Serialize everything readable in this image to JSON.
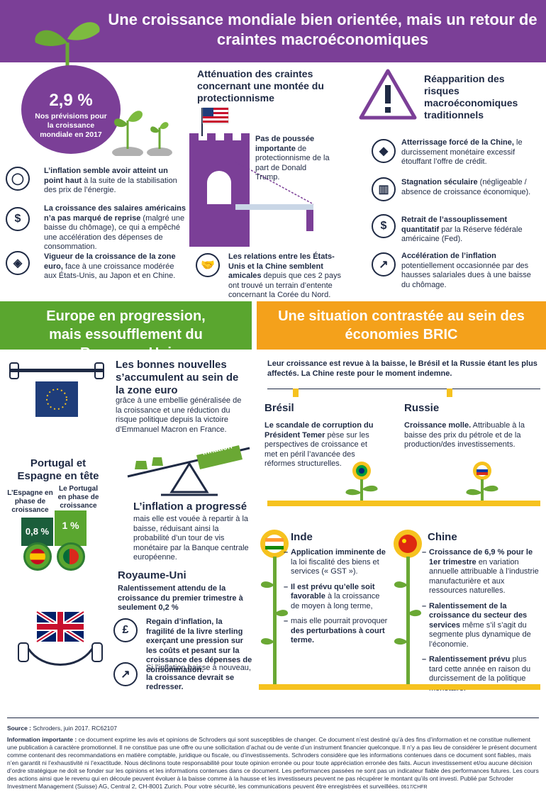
{
  "header": {
    "title": "Une croissance mondiale bien orientée, mais un retour de craintes macroéconomiques"
  },
  "globe": {
    "value": "2,9 %",
    "caption": "Nos prévisions pour la croissance mondiale en 2017"
  },
  "left_points": [
    {
      "bold": "L’inflation semble avoir atteint un point haut",
      "rest": " à la suite de la stabilisation des prix de l’énergie."
    },
    {
      "bold": "La croissance des salaires américains n’a pas marqué de reprise",
      "rest": " (malgré une baisse du chômage), ce qui a empêché une accélération des dépenses de consommation."
    },
    {
      "bold": "Vigueur de la croissance de la zone euro,",
      "rest": " face à une croissance modérée aux États-Unis, au Japon et en Chine."
    }
  ],
  "middle": {
    "title": "Atténuation des craintes concernant une montée du protectionnisme",
    "tower_bold": "Pas de poussée importante",
    "tower_rest": " de protectionnisme de la part de Donald Trump.",
    "relations_bold": "Les relations entre les États-Unis et la Chine semblent amicales",
    "relations_rest": " depuis que ces 2 pays ont trouvé un terrain d’entente concernant la Corée du Nord."
  },
  "right": {
    "title": "Réapparition des risques macroéconomiques traditionnels",
    "items": [
      {
        "bold": "Atterrissage forcé de la Chine,",
        "rest": " le durcissement monétaire excessif étouffant l’offre de crédit."
      },
      {
        "bold": "Stagnation séculaire",
        "rest": " (négligeable / absence de croissance économique)."
      },
      {
        "bold": "Retrait de l’assouplissement quantitatif",
        "rest": " par la Réserve fédérale américaine (Fed)."
      },
      {
        "bold": "Accélération de l’inflation",
        "rest": " potentiellement occasionnée par des hausses salariales dues à une baisse du chômage."
      }
    ]
  },
  "europe": {
    "banner": "Europe en progression, mais essoufflement du Royaume-Uni",
    "good_news_title": "Les bonnes nouvelles s’accumulent au sein de la zone euro",
    "good_news_text": "grâce à une embellie généralisée de la croissance et une réduction du risque politique depuis la victoire d’Emmanuel Macron en France.",
    "seesaw_label": "Inflation",
    "inflation_title": "L’inflation a progressé",
    "inflation_text": "mais elle est vouée à repartir à la baisse, réduisant ainsi la probabilité d’un tour de vis monétaire par la Banque centrale européenne.",
    "pt_es_title": "Portugal et Espagne en tête",
    "es_label": "L’Espagne en phase de croissance",
    "pt_label": "Le Portugal en phase de croissance",
    "es_value": "0,8 %",
    "pt_value": "1 %",
    "uk_title": "Royaume-Uni",
    "uk_sub": "Ralentissement attendu de la croissance du premier trimestre à seulement 0,2 %",
    "uk_p1_pre": "Regain d’inflation, la fragilité de la livre sterling exerçant une pression sur les coûts et pesant sur la croissance des dépenses de consommation.",
    "uk_p2_pre": "Si l’inflation baisse à nouveau, ",
    "uk_p2_bold": "la croissance devrait se redresser."
  },
  "bric": {
    "banner": "Une situation contrastée au sein des économies BRIC",
    "intro": "Leur croissance est revue à la baisse, le Brésil et la Russie étant les plus affectés. La Chine reste pour le moment indemne.",
    "bresil_title": "Brésil",
    "bresil_bold": "Le scandale de corruption du Président Temer",
    "bresil_rest": " pèse sur les perspectives de croissance et met en péril l’avancée des réformes structurelles.",
    "russie_title": "Russie",
    "russie_bold": "Croissance molle.",
    "russie_rest": " Attribuable à la baisse des prix du pétrole et de la production/des investissements.",
    "inde_title": "Inde",
    "inde_items": [
      {
        "bold": "Application imminente de",
        "rest": " la loi fiscalité des biens et services (« GST »)."
      },
      {
        "bold": "Il est prévu qu’elle soit favorable",
        "rest": " à la croissance de moyen à long terme,"
      },
      {
        "pre": "mais elle pourrait provoquer ",
        "bold": "des perturbations à court terme."
      }
    ],
    "chine_title": "Chine",
    "chine_items": [
      {
        "bold": "Croissance de 6,9 % pour le 1er trimestre",
        "rest": " en variation annuelle attribuable à l’industrie manufacturière et aux ressources naturelles."
      },
      {
        "bold": "Ralentissement de la croissance du secteur des services",
        "rest": " même s’il s’agit du segmente plus dynamique de l’économie."
      },
      {
        "bold": "Ralentissement prévu",
        "rest": " plus tard cette année en raison du durcissement de la politique monétaire."
      }
    ]
  },
  "footer": {
    "source_label": "Source :",
    "source_text": " Schroders, juin 2017. RC62107",
    "important_label": "Information importante :",
    "important_text": " ce document exprime les avis et opinions de Schroders qui sont susceptibles de changer. Ce document n’est destiné qu’à des fins d’information et ne constitue nullement une publication à caractère promotionnel. Il ne constitue pas une offre ou une sollicitation d’achat ou de vente d’un instrument financier quelconque. Il n’y a pas lieu de considérer le présent document comme contenant des recommandations en matière comptable, juridique ou fiscale, ou d’investissements. Schroders considère que les informations contenues dans ce document sont fiables, mais n’en garantit ni l’exhaustivité ni l’exactitude. Nous déclinons toute responsabilité pour toute opinion erronée ou pour toute appréciation erronée des faits. Aucun investissement et/ou aucune décision d’ordre stratégique ne doit se fonder sur les opinions et les informations contenues dans ce document. Les performances passées ne sont pas un indicateur fiable des performances futures. Les cours des actions ainsi que le revenu qui en découle peuvent évoluer à la baisse comme à la hausse et les investisseurs peuvent ne pas récupérer le montant qu’ils ont investi. Publié par Schroder Investment Management (Suisse) AG, Central 2, CH-8001 Zurich. Pour votre sécurité, les communications peuvent être enregistrées et surveillées.",
    "code": " 0617/CHFR"
  }
}
